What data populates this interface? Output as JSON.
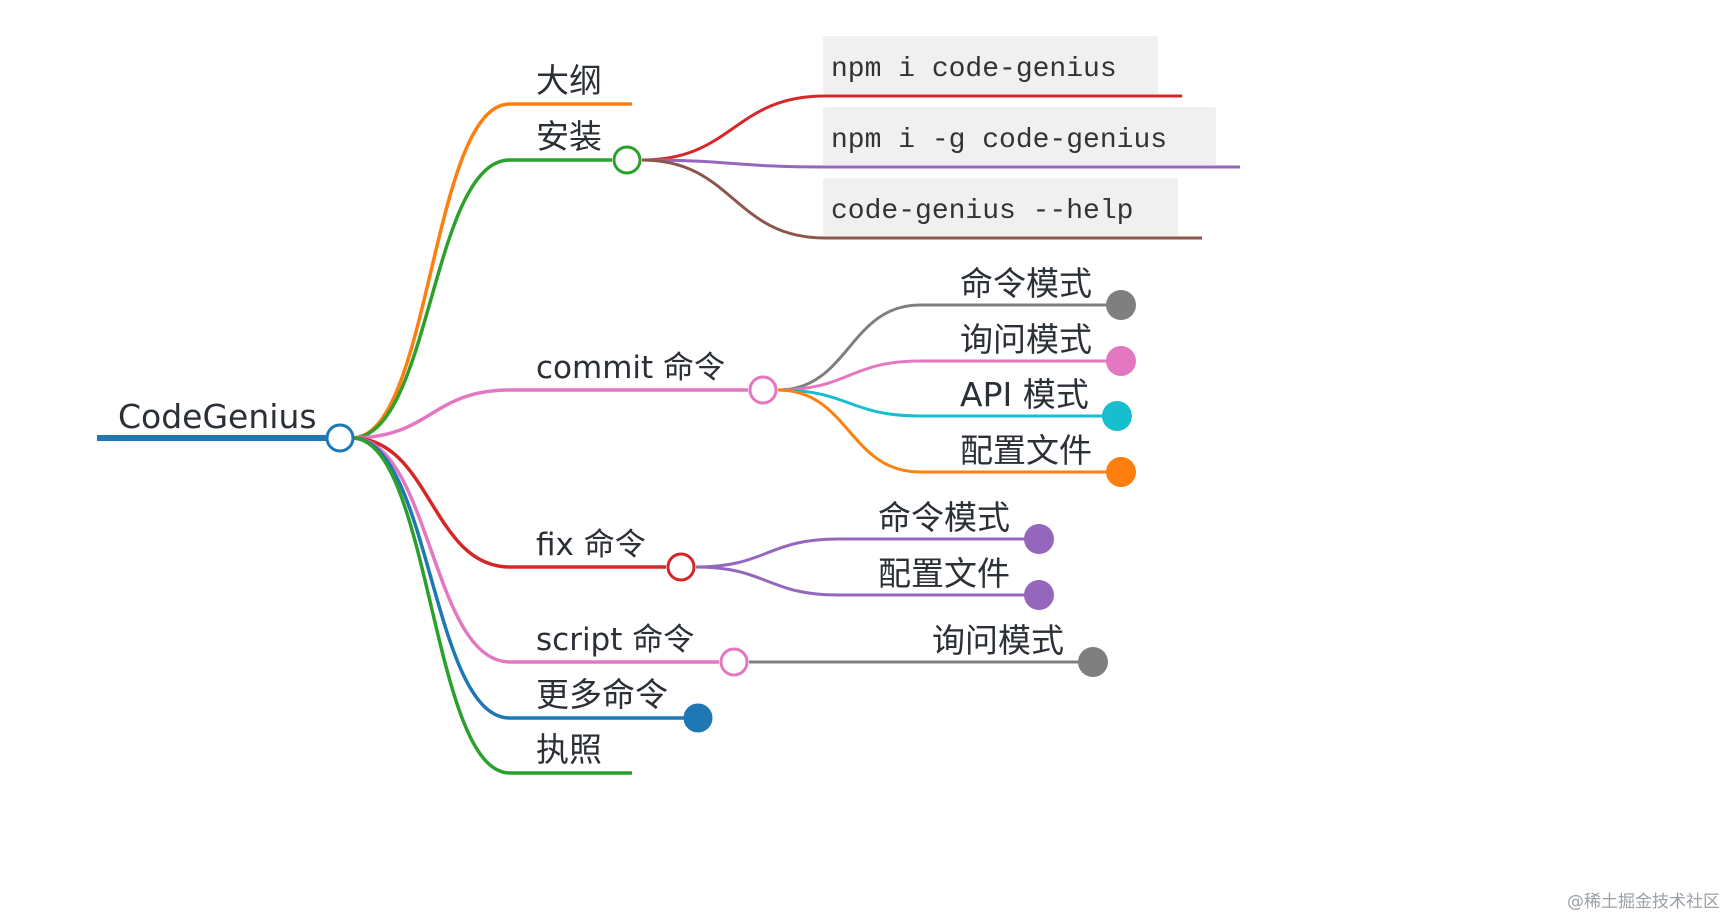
{
  "root": {
    "label": "CodeGenius"
  },
  "branches": [
    {
      "id": "outline",
      "label": "大纲",
      "children": []
    },
    {
      "id": "install",
      "label": "安装",
      "children": [
        {
          "label": "npm i code-genius"
        },
        {
          "label": "npm i -g code-genius"
        },
        {
          "label": "code-genius --help"
        }
      ]
    },
    {
      "id": "commit",
      "label": "commit 命令",
      "children": [
        {
          "label": "命令模式"
        },
        {
          "label": "询问模式"
        },
        {
          "label": "API 模式"
        },
        {
          "label": "配置文件"
        }
      ]
    },
    {
      "id": "fix",
      "label": "fix 命令",
      "children": [
        {
          "label": "命令模式"
        },
        {
          "label": "配置文件"
        }
      ]
    },
    {
      "id": "script",
      "label": "script 命令",
      "children": [
        {
          "label": "询问模式"
        }
      ]
    },
    {
      "id": "more",
      "label": "更多命令",
      "children": []
    },
    {
      "id": "license",
      "label": "执照",
      "children": []
    }
  ],
  "colors": {
    "blue": "#1f77b4",
    "orange": "#ff7f0e",
    "green": "#2ca02c",
    "pink": "#e377c2",
    "red": "#d62728",
    "purple": "#9467bd",
    "brown": "#8c564b",
    "gray": "#7f7f7f",
    "cyan": "#17becf",
    "code_bg": "#f0f0f0"
  },
  "watermark": "@稀土掘金技术社区"
}
